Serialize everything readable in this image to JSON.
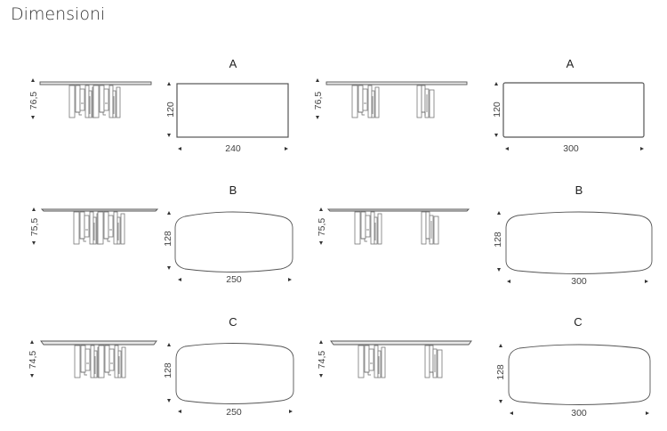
{
  "title": "Dimensioni",
  "rows": [
    {
      "variant": "A",
      "height_label": "76,5",
      "depth_label": "120",
      "widths": [
        "240",
        "300"
      ],
      "top_shape": "rectangle"
    },
    {
      "variant": "B",
      "height_label": "75,5",
      "depth_label": "128",
      "widths": [
        "250",
        "300"
      ],
      "top_shape": "barrel"
    },
    {
      "variant": "C",
      "height_label": "74,5",
      "depth_label": "128",
      "widths": [
        "250",
        "300"
      ],
      "top_shape": "barrel"
    }
  ],
  "colors": {
    "line": "#555555",
    "text": "#333333",
    "background": "#ffffff"
  }
}
